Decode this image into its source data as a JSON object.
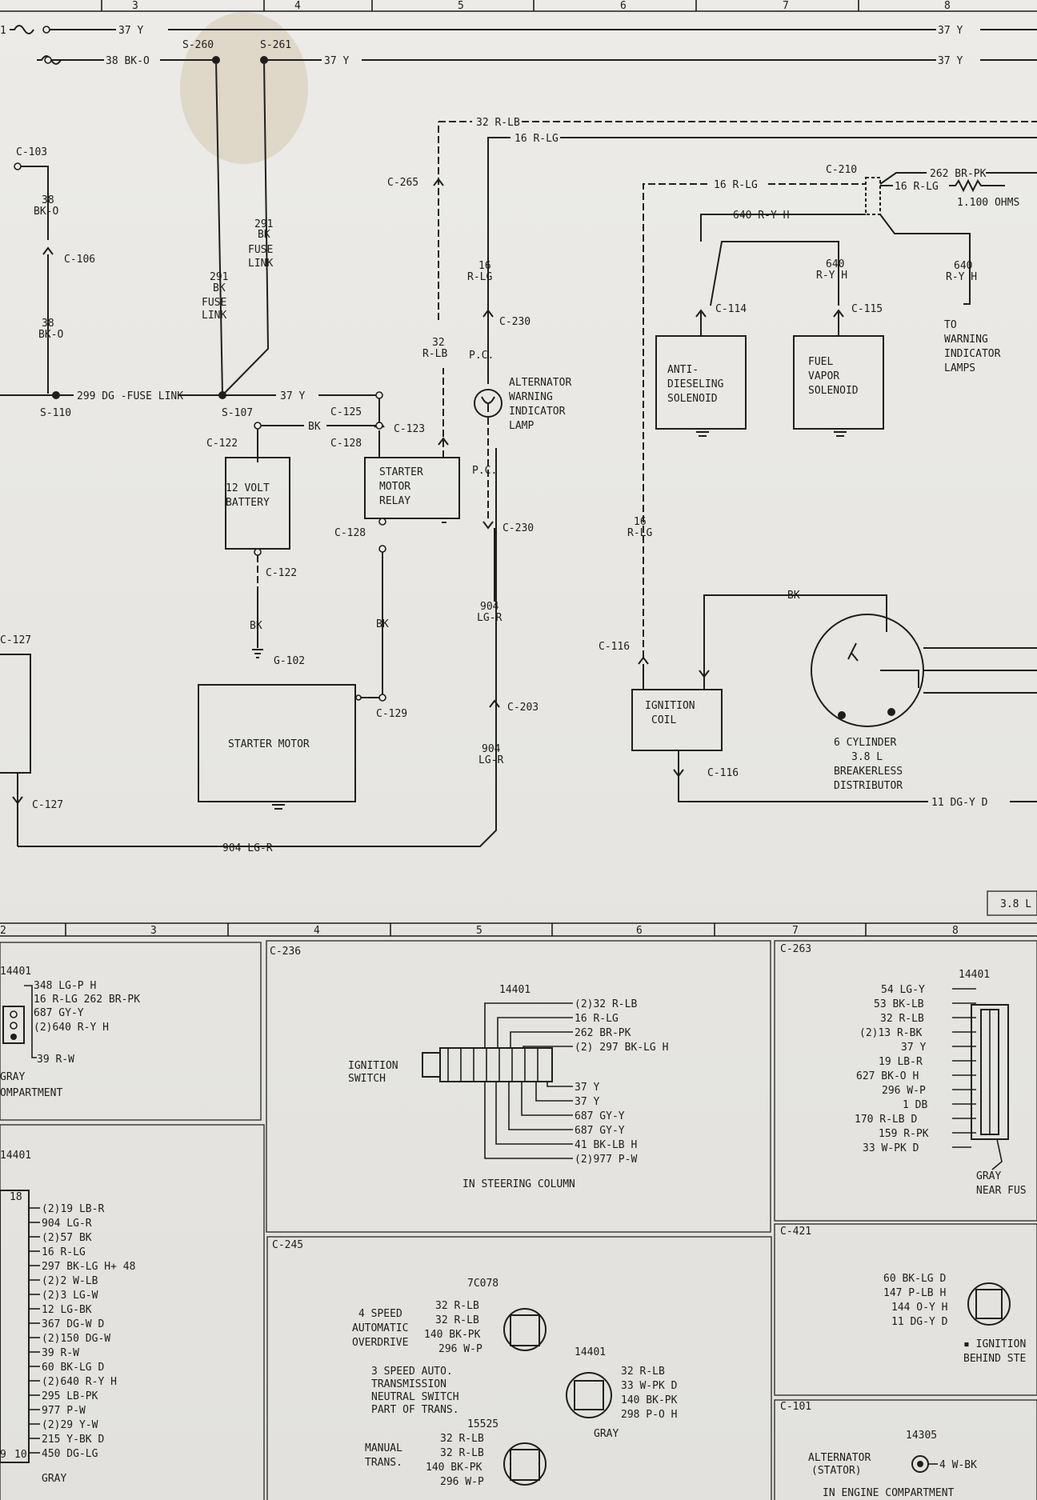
{
  "columns": {
    "top": [
      "3",
      "4",
      "5",
      "6",
      "7",
      "8"
    ],
    "mid": [
      "2",
      "3",
      "4",
      "5",
      "6",
      "7",
      "8"
    ]
  },
  "wires": {
    "w37y_top": "37 Y",
    "w38": "38 BK-O",
    "w37y_s261": "37 Y",
    "w37y_r1": "37 Y",
    "w37y_r2": "37 Y",
    "w32rlb": "32 R-LB",
    "w16rlg": "16 R-LG",
    "w16rlg_b": "16 R-LG",
    "w262": "262 BR-PK",
    "w16rlg_c": "16 R-LG",
    "ohms": "1.100 OHMS",
    "w640": "640 R-Y H",
    "w640a": "640",
    "w640a2": "R-Y H",
    "w640b": "640",
    "w640b2": "R-Y H",
    "w38a": "38",
    "w38a2": "BK-O",
    "w38b": "38",
    "w38b2": "BK-O",
    "fl1a": "291",
    "fl1b": "BK",
    "fl1c": "FUSE",
    "fl1d": "LINK",
    "fl2a": "291",
    "fl2b": "BK",
    "fl2c": "FUSE",
    "fl2d": "LINK",
    "w299": "299 DG -FUSE LINK",
    "w37y_s107": "37 Y",
    "wbk": "BK",
    "wbk2": "BK",
    "wbk3": "BK",
    "wbk_top": "BK",
    "w16v": "16",
    "w16v2": "R-LG",
    "w32v": "32",
    "w32v2": "R-LB",
    "pc1": "P.C.",
    "pc2": "P.C.",
    "w904a": "904",
    "w904a2": "LG-R",
    "w904b": "904",
    "w904b2": "LG-R",
    "w904h": "904 LG-R",
    "w16l": "16",
    "w16l2": "R-LG",
    "w11": "11 DG-Y D"
  },
  "connectors": {
    "s260": "S-260",
    "s261": "S-261",
    "c103": "C-103",
    "c106": "C-106",
    "s110": "S-110",
    "s107": "S-107",
    "c125": "C-125",
    "c128a": "C-128",
    "c122a": "C-122",
    "c123": "C-123",
    "c265": "C-265",
    "c230a": "C-230",
    "c230b": "C-230",
    "c203": "C-203",
    "c128b": "C-128",
    "c122b": "C-122",
    "g102": "G-102",
    "c129": "C-129",
    "c127a": "C-127",
    "c127b": "C-127",
    "c116a": "C-116",
    "c116b": "C-116",
    "c210": "C-210",
    "c114": "C-114",
    "c115": "C-115"
  },
  "components": {
    "battery": [
      "12 VOLT",
      "BATTERY"
    ],
    "relay": [
      "STARTER",
      "MOTOR",
      "RELAY"
    ],
    "starter": "STARTER MOTOR",
    "alt_lamp": [
      "ALTERNATOR",
      "WARNING",
      "INDICATOR",
      "LAMP"
    ],
    "anti": [
      "ANTI-",
      "DIESELING",
      "SOLENOID"
    ],
    "fuel": [
      "FUEL",
      "VAPOR",
      "SOLENOID"
    ],
    "warn": [
      "TO",
      "WARNING",
      "INDICATOR",
      "LAMPS"
    ],
    "coil": [
      "IGNITION",
      "COIL"
    ],
    "dist": [
      "6 CYLINDER",
      "3.8 L",
      "BREAKERLESS",
      "DISTRIBUTOR"
    ]
  },
  "tag_38l": "3.8 L",
  "panels": {
    "p_left_top": {
      "num": "14401",
      "pins": [
        "348 LG-P H",
        "16 R-LG  262 BR-PK",
        "687 GY-Y",
        "(2)640 R-Y H",
        "39 R-W"
      ],
      "color": "GRAY",
      "loc": "OMPARTMENT"
    },
    "c236": {
      "title": "C-236",
      "num": "14401",
      "label": [
        "IGNITION",
        "SWITCH"
      ],
      "top": [
        "(2)32 R-LB",
        "16 R-LG",
        "262 BR-PK",
        "(2) 297 BK-LG H"
      ],
      "bot": [
        "37 Y",
        "37 Y",
        "687 GY-Y",
        "687 GY-Y",
        "41 BK-LB H",
        "(2)977 P-W"
      ],
      "loc": "IN STEERING COLUMN"
    },
    "c263": {
      "title": "C-263",
      "num": "14401",
      "pins": [
        "54 LG-Y",
        "53 BK-LB",
        "32 R-LB",
        "(2)13 R-BK",
        "37 Y",
        "19 LB-R",
        "627 BK-O H",
        "296 W-P",
        "1 DB",
        "170 R-LB D",
        "159 R-PK",
        "33 W-PK D"
      ],
      "color": "GRAY",
      "loc": "NEAR FUS"
    },
    "p_left_bot": {
      "num": "14401",
      "pins": [
        "(2)19 LB-R",
        "904 LG-R",
        "(2)57 BK",
        "16 R-LG",
        "297 BK-LG H+ 48",
        "(2)2 W-LB",
        "(2)3 LG-W",
        "12 LG-BK",
        "367 DG-W D",
        "(2)150 DG-W",
        "39 R-W",
        "60 BK-LG D",
        "(2)640 R-Y H",
        "295 LB-PK",
        "977 P-W",
        "(2)29 Y-W",
        "215 Y-BK D",
        "450 DG-LG"
      ],
      "hdr": "18",
      "ftr": [
        "9",
        "10"
      ],
      "color": "GRAY"
    },
    "c245": {
      "title": "C-245",
      "num1": "7C078",
      "lbl1": [
        "4 SPEED",
        "AUTOMATIC",
        "OVERDRIVE"
      ],
      "pins1": [
        "32 R-LB",
        "32 R-LB",
        "140 BK-PK",
        "296 W-P"
      ],
      "num2": "14401",
      "lbl2": [
        "3 SPEED AUTO.",
        "TRANSMISSION",
        "NEUTRAL SWITCH",
        "PART OF TRANS."
      ],
      "pins2": [
        "32 R-LB",
        "33 W-PK D",
        "140 BK-PK",
        "298 P-O H"
      ],
      "color2": "GRAY",
      "num3": "15525",
      "lbl3": [
        "MANUAL",
        "TRANS."
      ],
      "pins3": [
        "32 R-LB",
        "32 R-LB",
        "140 BK-PK",
        "296 W-P"
      ]
    },
    "c421": {
      "title": "C-421",
      "pins": [
        "60 BK-LG D",
        "147 P-LB H",
        "144 O-Y H",
        "11 DG-Y D"
      ],
      "note": [
        "▪ IGNITION",
        "BEHIND STE"
      ]
    },
    "c101": {
      "title": "C-101",
      "num": "14305",
      "label": [
        "ALTERNATOR",
        "(STATOR)"
      ],
      "pin": "4 W-BK",
      "loc": "IN ENGINE COMPARTMENT"
    }
  }
}
